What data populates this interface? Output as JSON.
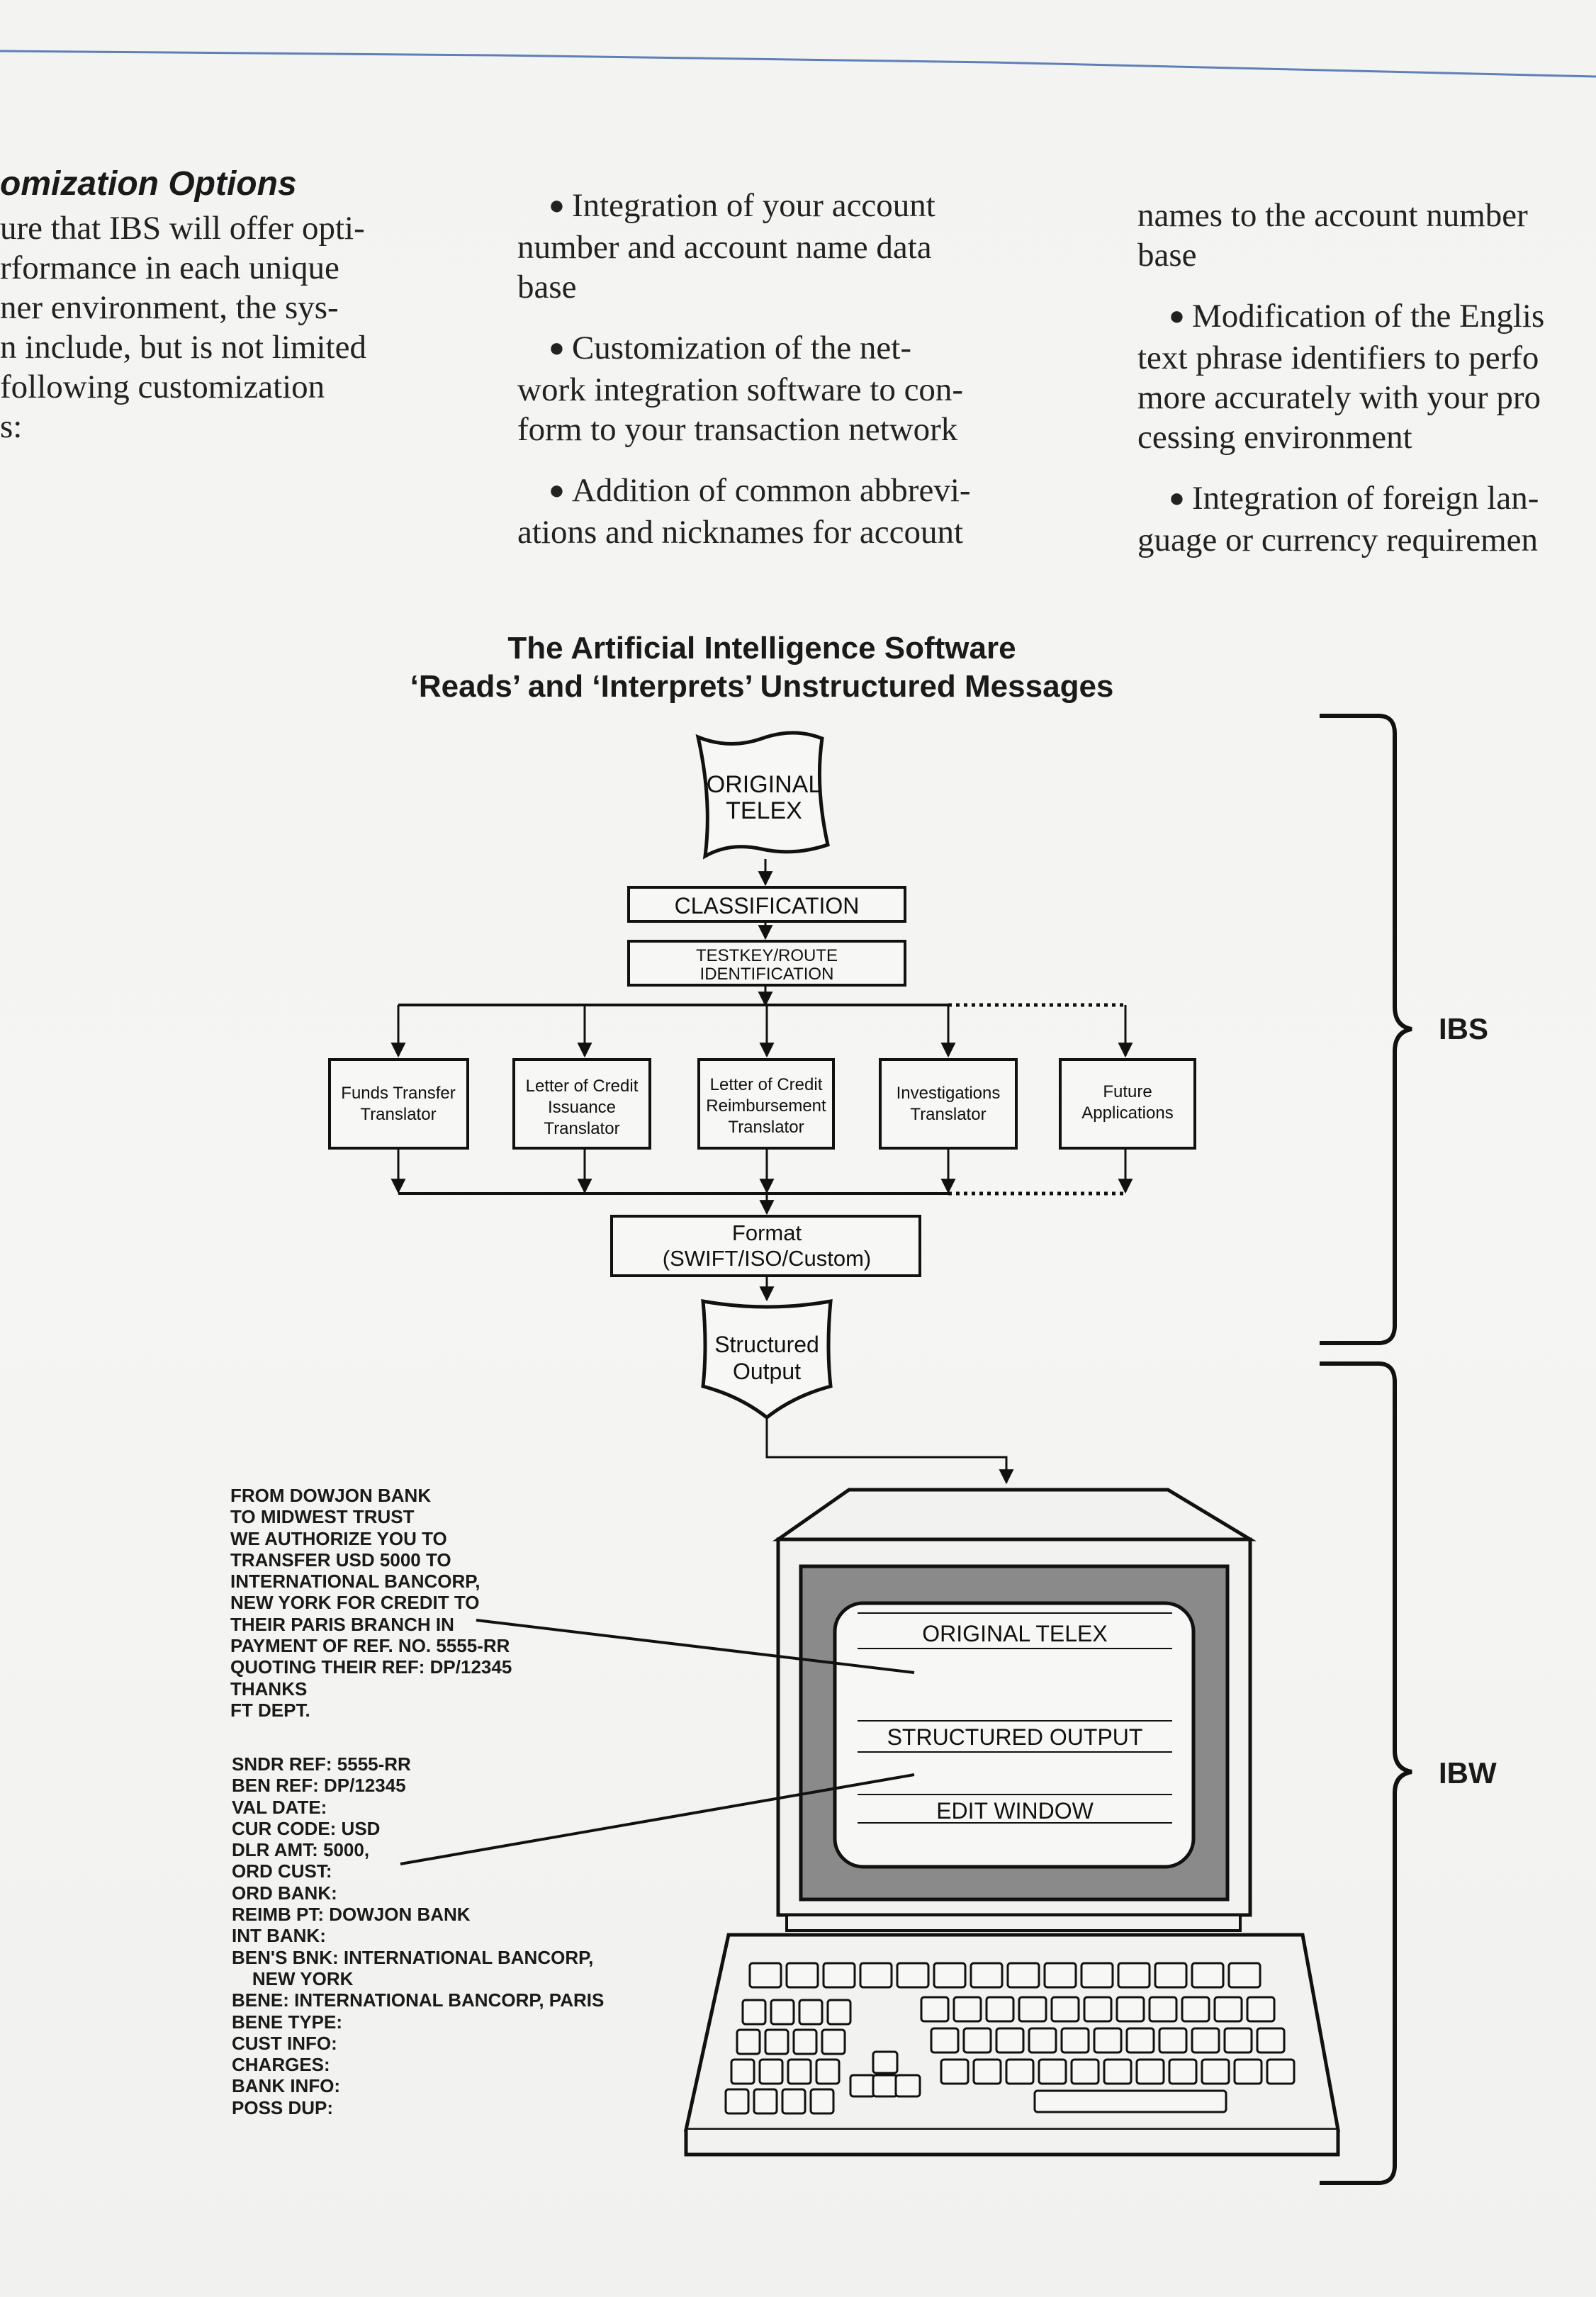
{
  "section": {
    "heading": "omization Options",
    "intro_lines": [
      "ure that IBS will offer opti-",
      "rformance in each unique",
      "ner environment, the sys-",
      "n include, but is not limited",
      "following customization",
      "s:"
    ]
  },
  "column_middle": {
    "bullet1": [
      "Integration of your account",
      "number and account name data",
      "base"
    ],
    "bullet2": [
      "Customization of the net-",
      "work integration software to con-",
      "form to your transaction network"
    ],
    "bullet3": [
      "Addition of common abbrevi-",
      "ations and nicknames for account"
    ]
  },
  "column_right": {
    "continued": [
      "names to the account number",
      "base"
    ],
    "bullet4": [
      "Modification of the Englis",
      "text phrase identifiers to perfo",
      "more accurately with your pro",
      "cessing environment"
    ],
    "bullet5": [
      "Integration of foreign lan-",
      "guage or currency requiremen"
    ]
  },
  "diagram": {
    "title_line1": "The Artificial Intelligence Software",
    "title_line2": "‘Reads’ and ‘Interprets’ Unstructured Messages",
    "original_telex": [
      "ORIGINAL",
      "TELEX"
    ],
    "classification": "CLASSIFICATION",
    "testkey": [
      "TESTKEY/ROUTE",
      "IDENTIFICATION"
    ],
    "translators": [
      [
        "Funds Transfer",
        "Translator"
      ],
      [
        "Letter of Credit",
        "Issuance",
        "Translator"
      ],
      [
        "Letter of Credit",
        "Reimbursement",
        "Translator"
      ],
      [
        "Investigations",
        "Translator"
      ],
      [
        "Future",
        "Applications"
      ]
    ],
    "format": [
      "Format",
      "(SWIFT/ISO/Custom)"
    ],
    "structured_output": [
      "Structured",
      "Output"
    ],
    "screen_labels": [
      "ORIGINAL TELEX",
      "STRUCTURED OUTPUT",
      "EDIT WINDOW"
    ],
    "bracket_ibs": "IBS",
    "bracket_ibw": "IBW"
  },
  "telex_message": [
    "FROM DOWJON BANK",
    "TO MIDWEST TRUST",
    "WE AUTHORIZE YOU TO",
    "TRANSFER USD 5000 TO",
    "INTERNATIONAL BANCORP,",
    "NEW YORK FOR CREDIT TO",
    "THEIR PARIS BRANCH IN",
    "PAYMENT OF REF. NO. 5555-RR",
    "QUOTING THEIR REF: DP/12345",
    "THANKS",
    "FT DEPT."
  ],
  "structured_message": [
    "SNDR REF: 5555-RR",
    "BEN REF: DP/12345",
    "VAL DATE:",
    "CUR CODE: USD",
    "DLR AMT: 5000,",
    "ORD CUST:",
    "ORD BANK:",
    "REIMB PT: DOWJON BANK",
    "INT BANK:",
    "BEN'S BNK: INTERNATIONAL BANCORP,",
    "    NEW YORK",
    "BENE: INTERNATIONAL BANCORP, PARIS",
    "BENE TYPE:",
    "CUST INFO:",
    "CHARGES:",
    "BANK INFO:",
    "POSS DUP:"
  ]
}
